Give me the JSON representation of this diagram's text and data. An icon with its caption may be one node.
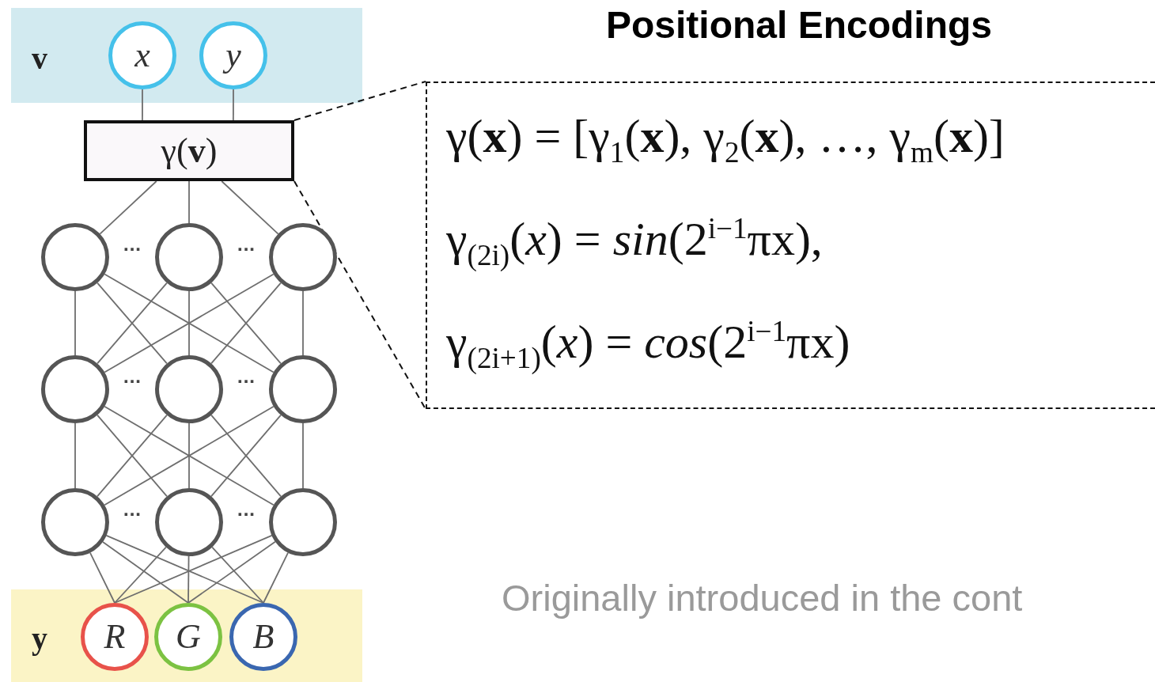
{
  "diagram": {
    "title": "Positional Encodings",
    "nodes": [
      {
        "text": [
          "v"
        ]
      },
      {
        "text": [
          "x"
        ],
        "in": 0
      },
      {
        "text": [
          "y"
        ],
        "in": 0
      },
      {
        "text": [
          "γ(**v**)"
        ]
      },
      {
        "text": [
          "γ(**x**) = [γ$_{1}$(**x**), γ$_{2}$(**x**), …, γ$_{m}$(**x**)]",
          "γ$_{(2i)}$(*x*) = *sin*(2$^{i−1}$πx),",
          "γ$_{(2i+1)}$(*x*) = *cos*(2$^{i−1}$πx)"
        ]
      },
      {
        "text": [],
        "shape": "circle"
      },
      {
        "text": [],
        "shape": "circle"
      },
      {
        "text": [],
        "shape": "circle"
      },
      {
        "text": [],
        "shape": "circle"
      },
      {
        "text": [],
        "shape": "circle"
      },
      {
        "text": [],
        "shape": "circle"
      },
      {
        "text": [],
        "shape": "circle"
      },
      {
        "text": [],
        "shape": "circle"
      },
      {
        "text": [],
        "shape": "circle"
      },
      {
        "text": [
          "y"
        ]
      },
      {
        "text": [
          "R"
        ],
        "in": 14
      },
      {
        "text": [
          "G"
        ],
        "in": 14
      },
      {
        "text": [
          "B"
        ],
        "in": 14
      }
    ],
    "edges": [
      {
        "from": 1,
        "to": 3,
        "arrow": "none"
      },
      {
        "from": 2,
        "to": 3,
        "arrow": "none"
      },
      {
        "from": 3,
        "to": 5,
        "arrow": "none"
      },
      {
        "from": 3,
        "to": 6,
        "arrow": "none"
      },
      {
        "from": 3,
        "to": 7,
        "arrow": "none"
      },
      {
        "from": 5,
        "to": 8,
        "arrow": "none"
      },
      {
        "from": 5,
        "to": 9,
        "arrow": "none"
      },
      {
        "from": 5,
        "to": 10,
        "arrow": "none"
      },
      {
        "from": 6,
        "to": 8,
        "arrow": "none"
      },
      {
        "from": 6,
        "to": 9,
        "arrow": "none"
      },
      {
        "from": 6,
        "to": 10,
        "arrow": "none"
      },
      {
        "from": 7,
        "to": 8,
        "arrow": "none"
      },
      {
        "from": 7,
        "to": 9,
        "arrow": "none"
      },
      {
        "from": 7,
        "to": 10,
        "arrow": "none"
      },
      {
        "from": 8,
        "to": 11,
        "arrow": "none"
      },
      {
        "from": 8,
        "to": 12,
        "arrow": "none"
      },
      {
        "from": 8,
        "to": 13,
        "arrow": "none"
      },
      {
        "from": 9,
        "to": 11,
        "arrow": "none"
      },
      {
        "from": 9,
        "to": 12,
        "arrow": "none"
      },
      {
        "from": 9,
        "to": 13,
        "arrow": "none"
      },
      {
        "from": 10,
        "to": 11,
        "arrow": "none"
      },
      {
        "from": 10,
        "to": 12,
        "arrow": "none"
      },
      {
        "from": 10,
        "to": 13,
        "arrow": "none"
      },
      {
        "from": 11,
        "to": 15,
        "arrow": "none"
      },
      {
        "from": 11,
        "to": 16,
        "arrow": "none"
      },
      {
        "from": 11,
        "to": 17,
        "arrow": "none"
      },
      {
        "from": 12,
        "to": 15,
        "arrow": "none"
      },
      {
        "from": 12,
        "to": 16,
        "arrow": "none"
      },
      {
        "from": 12,
        "to": 17,
        "arrow": "none"
      },
      {
        "from": 13,
        "to": 15,
        "arrow": "none"
      },
      {
        "from": 13,
        "to": 16,
        "arrow": "none"
      },
      {
        "from": 13,
        "to": 17,
        "arrow": "none"
      },
      {
        "from": 3,
        "to": 4,
        "arrow": "none",
        "style": "dashed",
        "color": "#111111"
      },
      {
        "from": 3,
        "to": 4,
        "arrow": "none",
        "style": "dashed",
        "color": "#111111"
      }
    ],
    "labels": [
      "···",
      "···",
      "···",
      "···",
      "···",
      "···",
      "Originally introduced in the cont"
    ]
  }
}
